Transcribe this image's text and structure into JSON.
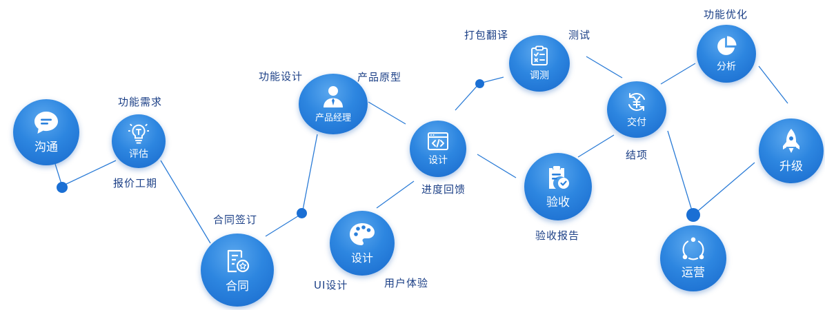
{
  "nodes": {
    "goutong": "沟通",
    "pinggu": "评估",
    "hetong": "合同",
    "chanpin": "产品经理",
    "sheji_main": "设计",
    "sheji_ui": "设计",
    "tiaoce": "调测",
    "yanshou": "验收",
    "jiaofu": "交付",
    "fenxi": "分析",
    "shengji": "升级",
    "yunying": "运营"
  },
  "notes": {
    "gongneng_xuqiu": "功能需求",
    "baojia_gongqi": "报价工期",
    "hetong_qianding": "合同签订",
    "gongneng_sheji": "功能设计",
    "chanpin_yuanxing": "产品原型",
    "dabao_fanyi": "打包翻译",
    "ceshi": "测试",
    "jindu_huikui": "进度回馈",
    "ui_sheji": "UI设计",
    "yonghu_tiyan": "用户体验",
    "yanshou_baogao": "验收报告",
    "jiexiang": "结项",
    "gongneng_youhua": "功能优化"
  },
  "colors": {
    "node": "#2d86e0",
    "line": "#2a7bd6",
    "text": "#1b3f86"
  },
  "icons": {
    "goutong": "chat-bubble-icon",
    "pinggu": "lightbulb-icon",
    "hetong": "contract-icon",
    "chanpin": "person-icon",
    "sheji_main": "code-window-icon",
    "sheji_ui": "palette-icon",
    "tiaoce": "checklist-icon",
    "yanshou": "clipboard-check-icon",
    "jiaofu": "yuan-cycle-icon",
    "fenxi": "pie-chart-icon",
    "shengji": "rocket-icon",
    "yunying": "cycle-icon"
  }
}
